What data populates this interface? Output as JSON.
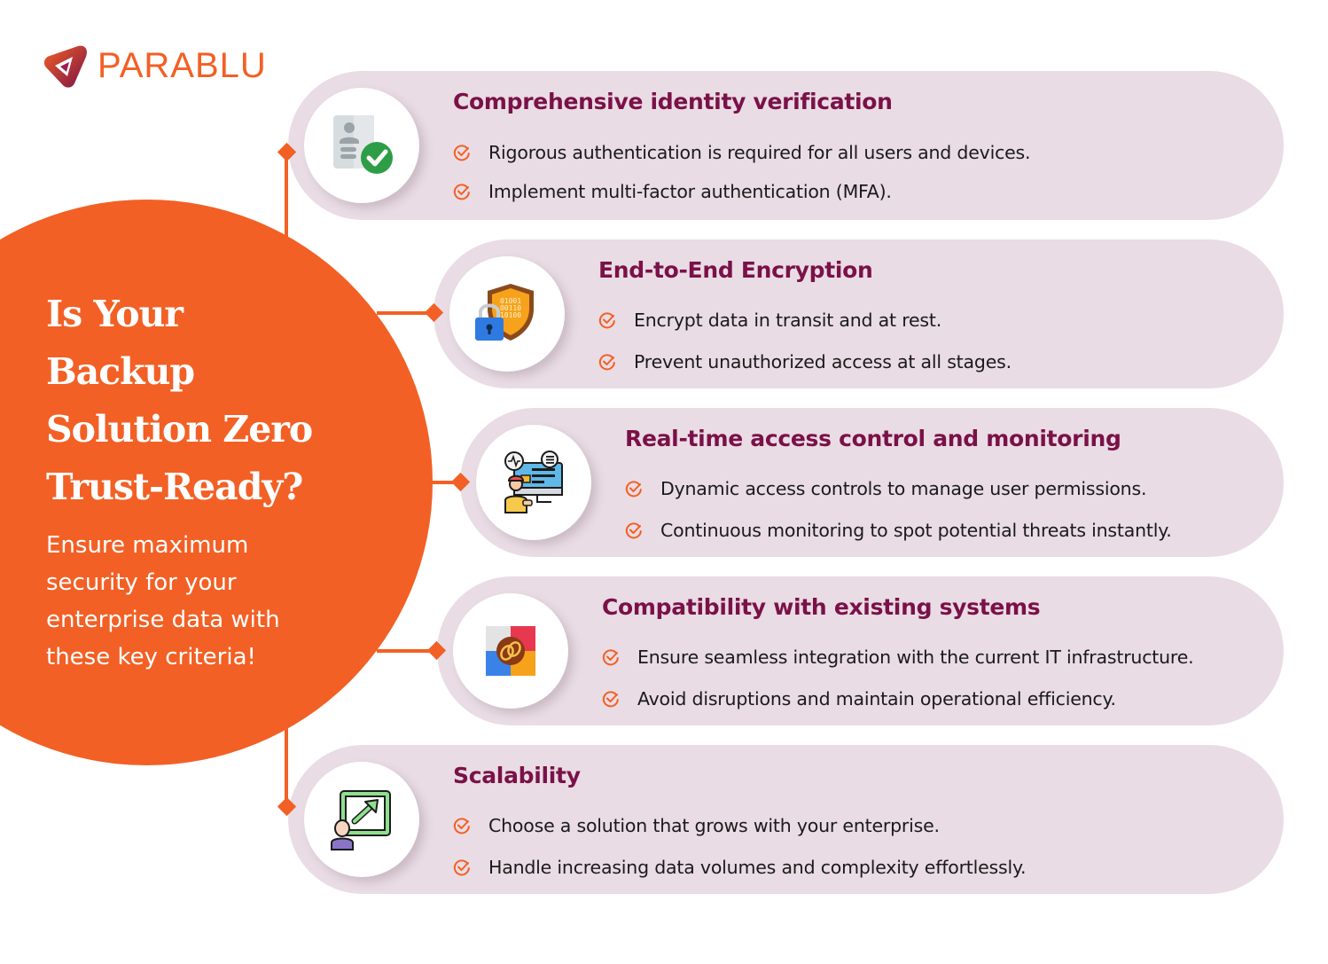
{
  "brand": {
    "name": "PARABLU",
    "colors": {
      "primary": "#f26025",
      "title": "#7a1148",
      "pill_bg": "#e9dce4",
      "logo_gradient_start": "#f26025",
      "logo_gradient_end": "#7a1148"
    }
  },
  "hero": {
    "title_lines": [
      "Is Your",
      "Backup",
      "Solution Zero",
      "Trust-Ready?"
    ],
    "subtitle_lines": [
      "Ensure maximum",
      "security for your",
      "enterprise data with",
      "these key criteria!"
    ]
  },
  "criteria": [
    {
      "icon": "id-verified-icon",
      "title": "Comprehensive identity verification",
      "points": [
        "Rigorous authentication is required for all users and devices.",
        "Implement multi-factor authentication (MFA)."
      ]
    },
    {
      "icon": "encryption-lock-shield-icon",
      "title": "End-to-End Encryption",
      "points": [
        "Encrypt data in transit and at rest.",
        "Prevent unauthorized access at all stages."
      ],
      "shield_binary": [
        "01001",
        "00110",
        "10100"
      ]
    },
    {
      "icon": "monitoring-operator-icon",
      "title": "Real-time access control and monitoring",
      "points": [
        "Dynamic access controls to manage user permissions.",
        "Continuous monitoring to spot potential threats instantly."
      ]
    },
    {
      "icon": "puzzle-integration-icon",
      "title": "Compatibility with existing systems",
      "points": [
        "Ensure seamless integration with the current IT infrastructure.",
        "Avoid disruptions and maintain operational efficiency."
      ]
    },
    {
      "icon": "scale-up-presenter-icon",
      "title": "Scalability",
      "points": [
        "Choose a solution that grows with your enterprise.",
        "Handle increasing data volumes and complexity effortlessly."
      ]
    }
  ]
}
